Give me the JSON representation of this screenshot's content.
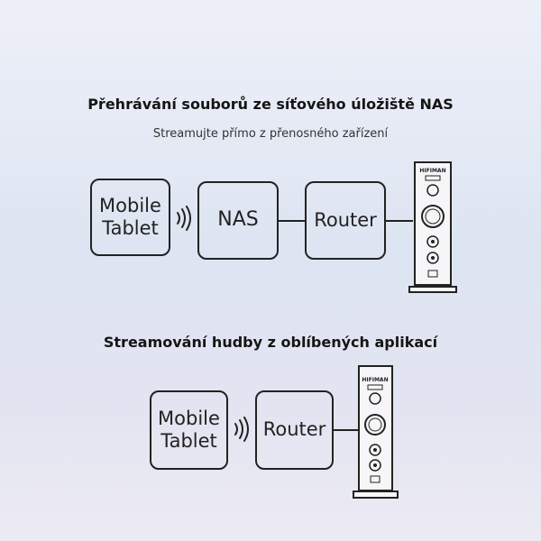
{
  "section1": {
    "title": "Přehrávání souborů ze síťového úložiště NAS",
    "subtitle": "Streamujte přímo z přenosného zařízení",
    "device_line1": "Mobile",
    "device_line2": "Tablet",
    "nas_label": "NAS",
    "router_label": "Router",
    "speaker_brand": "HIFIMAN"
  },
  "section2": {
    "title": "Streamování hudby z oblíbených aplikací",
    "device_line1": "Mobile",
    "device_line2": "Tablet",
    "router_label": "Router",
    "speaker_brand": "HIFIMAN"
  },
  "icons": [
    "wifi-icon",
    "streamer-device-icon"
  ]
}
